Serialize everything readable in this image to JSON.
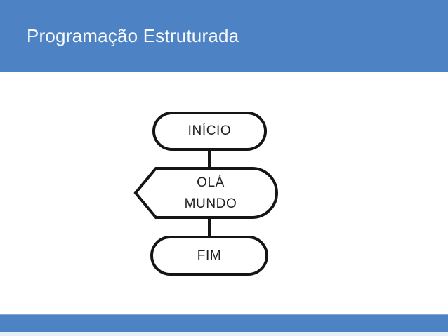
{
  "header": {
    "title": "Programação Estruturada"
  },
  "flowchart": {
    "start_label": "INÍCIO",
    "display_label_line1": "OLÁ",
    "display_label_line2": "MUNDO",
    "end_label": "FIM"
  },
  "colors": {
    "accent_blue": "#4d82c4",
    "title_text": "#f6f9fd",
    "canvas_bg": "#ffffff",
    "shape_fill": "#ffffff",
    "shape_border": "#151515",
    "label_text": "#1e1e1e",
    "bottom_strip": "#e9eff7"
  }
}
